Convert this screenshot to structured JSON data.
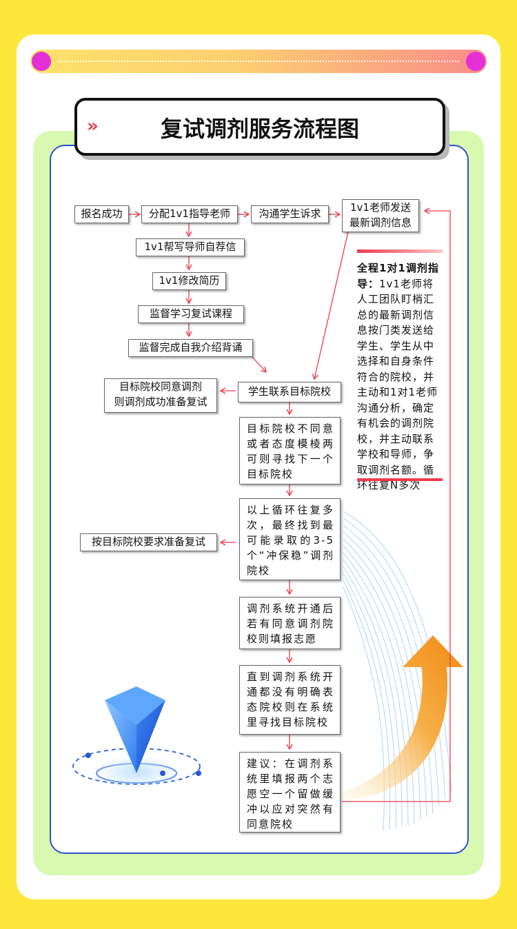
{
  "title": "复试调剂服务流程图",
  "banner_arrows": "»",
  "steps": {
    "signup": "报名成功",
    "assign": "分配1v1指导老师",
    "communicate": "沟通学生诉求",
    "send_info": "1v1老师发送\n最新调剂信息",
    "letter": "1v1帮写导师自荐信",
    "resume": "1v1修改简历",
    "course": "监督学习复试课程",
    "intro": "监督完成自我介绍背诵",
    "contact": "学生联系目标院校",
    "agree": "目标院校同意调剂\n则调剂成功准备复试",
    "disagree": "目标院校不同意或者态度模棱两可则寻找下一个目标院校",
    "loop": "以上循环往复多次，最终找到最可能录取的3-5个“冲保稳”调剂院校",
    "prepare": "按目标院校要求准备复试",
    "system_open": "调剂系统开通后若有同意调剂院校则填报志愿",
    "system_search": "直到调剂系统开通都没有明确表态院校则在系统里寻找目标院校",
    "advice": "建议：在调剂系统里填报两个志愿空一个留做缓冲以应对突然有同意院校"
  },
  "side_note": {
    "lead": "全程1对1调剂指导：",
    "text": "1v1老师将人工团队盯梢汇总的最新调剂信息按门类发送给学生、学生从中选择和自身条件符合的院校，并主动和1对1老师沟通分析，确定有机会的调剂院校，并主动联系学校和导师，争取调剂名额。循环往复N多次"
  },
  "colors": {
    "background": "#fde73a",
    "panel_border": "#2a4fd6",
    "green_card": "#d9f9b0",
    "arrow_red": "#ee3b4c",
    "accent_orange": "#f29a1a",
    "dot_magenta": "#e52fd6"
  },
  "icons": {
    "banner": "double-chevron-icon",
    "location": "location-pin-icon",
    "growth": "curved-up-arrow-icon"
  }
}
